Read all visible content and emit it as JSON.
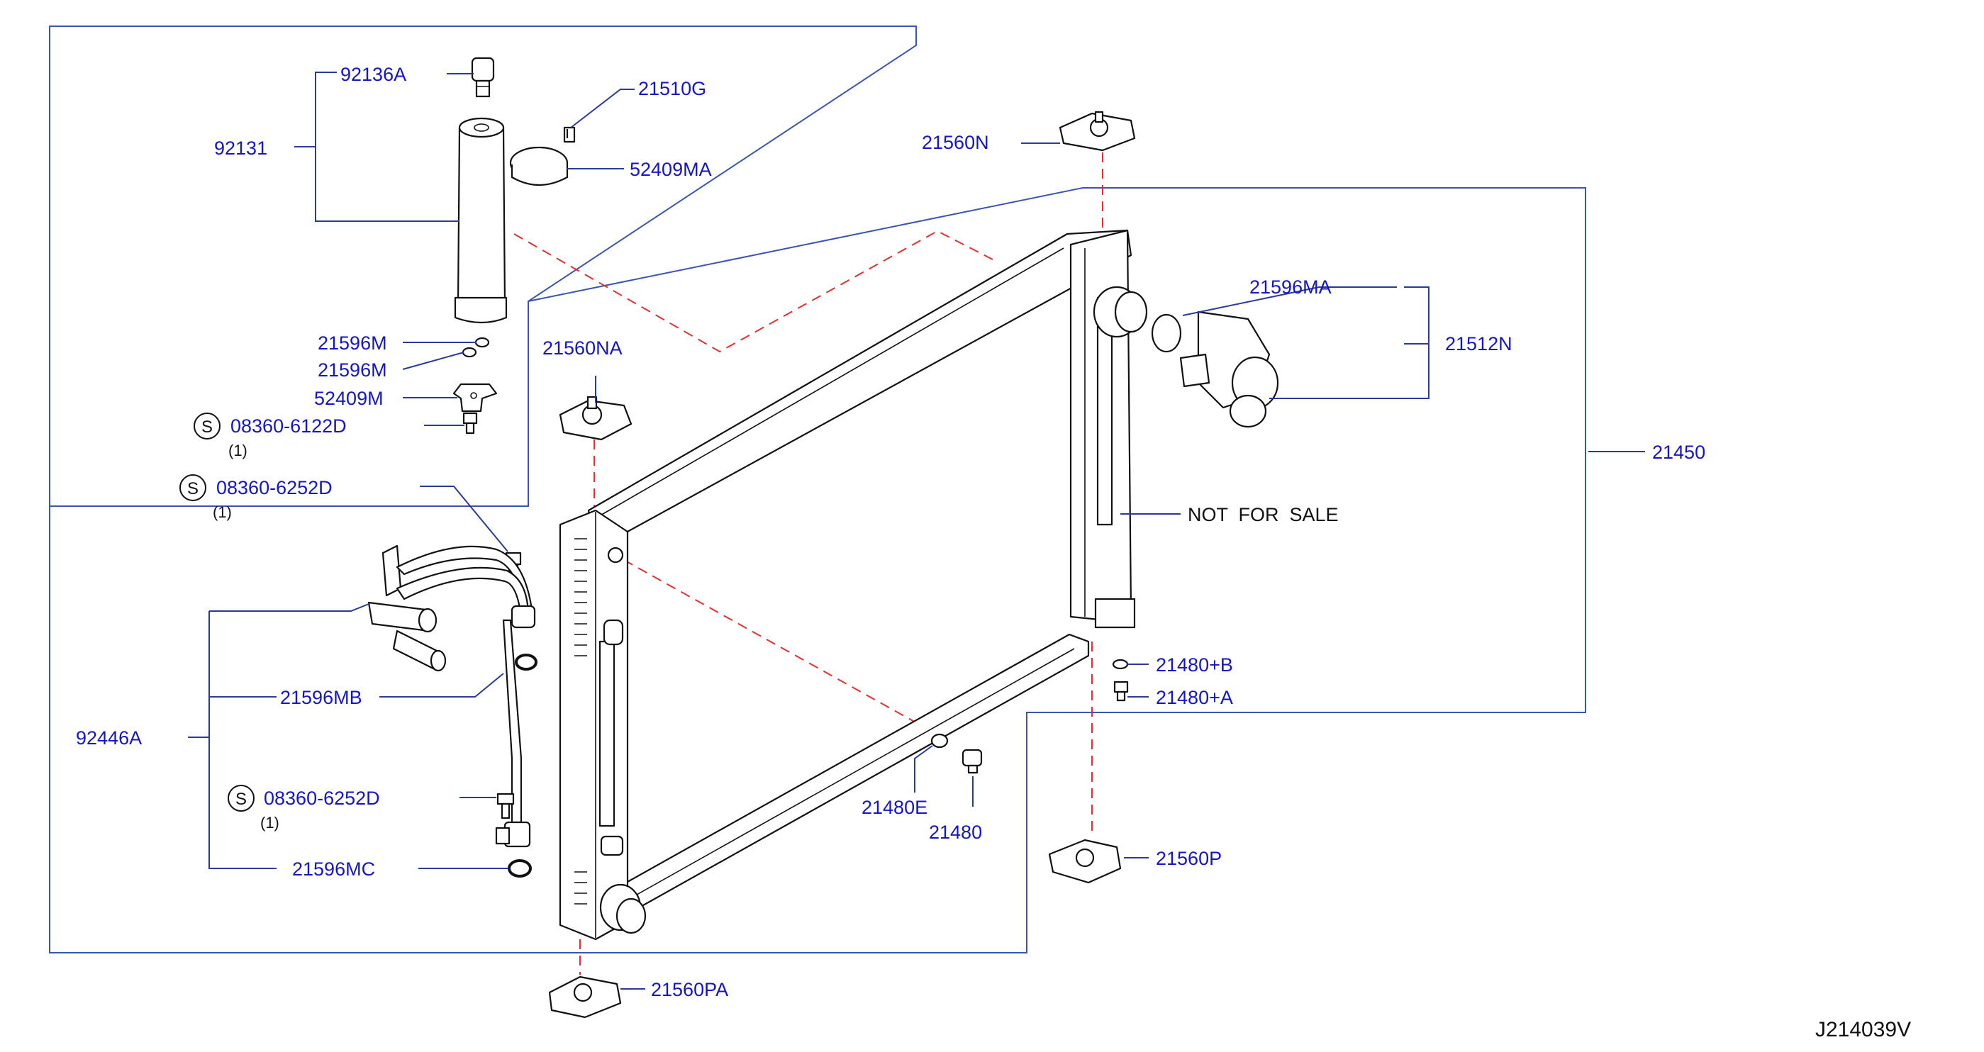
{
  "diagram": {
    "reference_code": "J214039V",
    "note": "NOT  FOR  SALE",
    "labels": {
      "p92136A": "92136A",
      "p92131": "92131",
      "p21510G": "21510G",
      "p52409MA": "52409MA",
      "p21560N": "21560N",
      "p21596M_a": "21596M",
      "p21596M_b": "21596M",
      "p52409M": "52409M",
      "p08360_6122D": "08360-6122D",
      "p08360_6252D_a": "08360-6252D",
      "p21560NA": "21560NA",
      "p21596MA": "21596MA",
      "p21512N": "21512N",
      "p21450": "21450",
      "p92446A": "92446A",
      "p21596MB": "21596MB",
      "p21480B": "21480+B",
      "p21480A": "21480+A",
      "p08360_6252D_b": "08360-6252D",
      "p21480E": "21480E",
      "p21480": "21480",
      "p21560P": "21560P",
      "p21596MC": "21596MC",
      "p21560PA": "21560PA"
    },
    "quantities": {
      "q6122D": "(1)",
      "q6252D_a": "(1)",
      "q6252D_b": "(1)"
    },
    "symbol_s": "S"
  }
}
